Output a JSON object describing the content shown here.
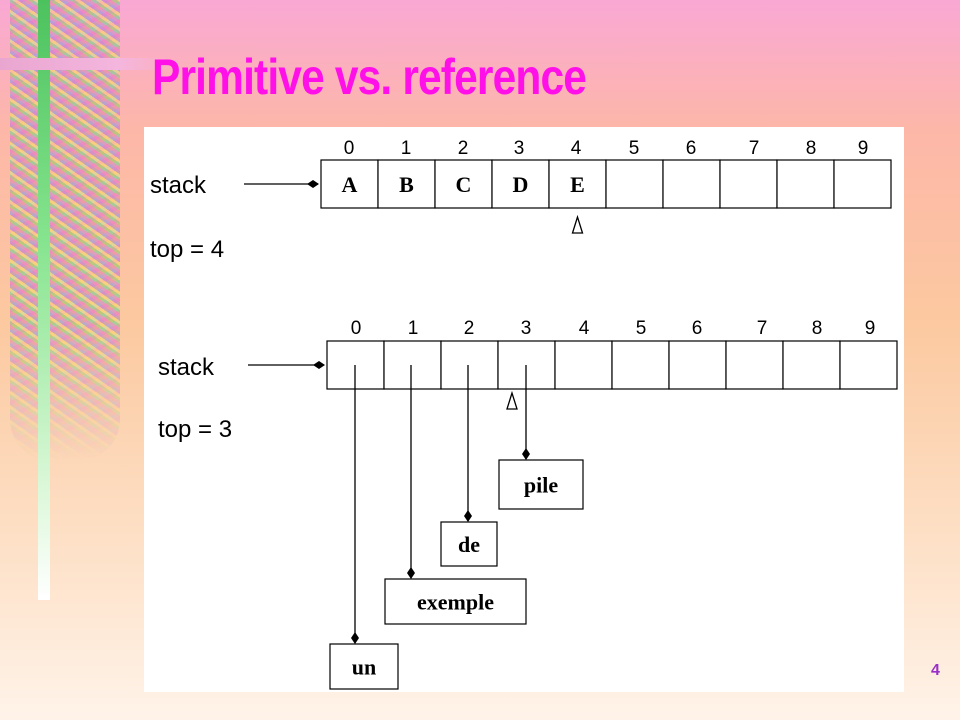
{
  "slide": {
    "title": "Primitive vs. reference",
    "page_number": "4"
  },
  "diagram": {
    "indices": [
      "0",
      "1",
      "2",
      "3",
      "4",
      "5",
      "6",
      "7",
      "8",
      "9"
    ],
    "primitive": {
      "stack_label": "stack",
      "top_label": "top = 4",
      "cells": [
        "A",
        "B",
        "C",
        "D",
        "E",
        "",
        "",
        "",
        "",
        ""
      ],
      "top_index": 4
    },
    "reference": {
      "stack_label": "stack",
      "top_label": "top = 3",
      "top_index": 3,
      "objects": [
        "un",
        "exemple",
        "de",
        "pile"
      ]
    }
  }
}
